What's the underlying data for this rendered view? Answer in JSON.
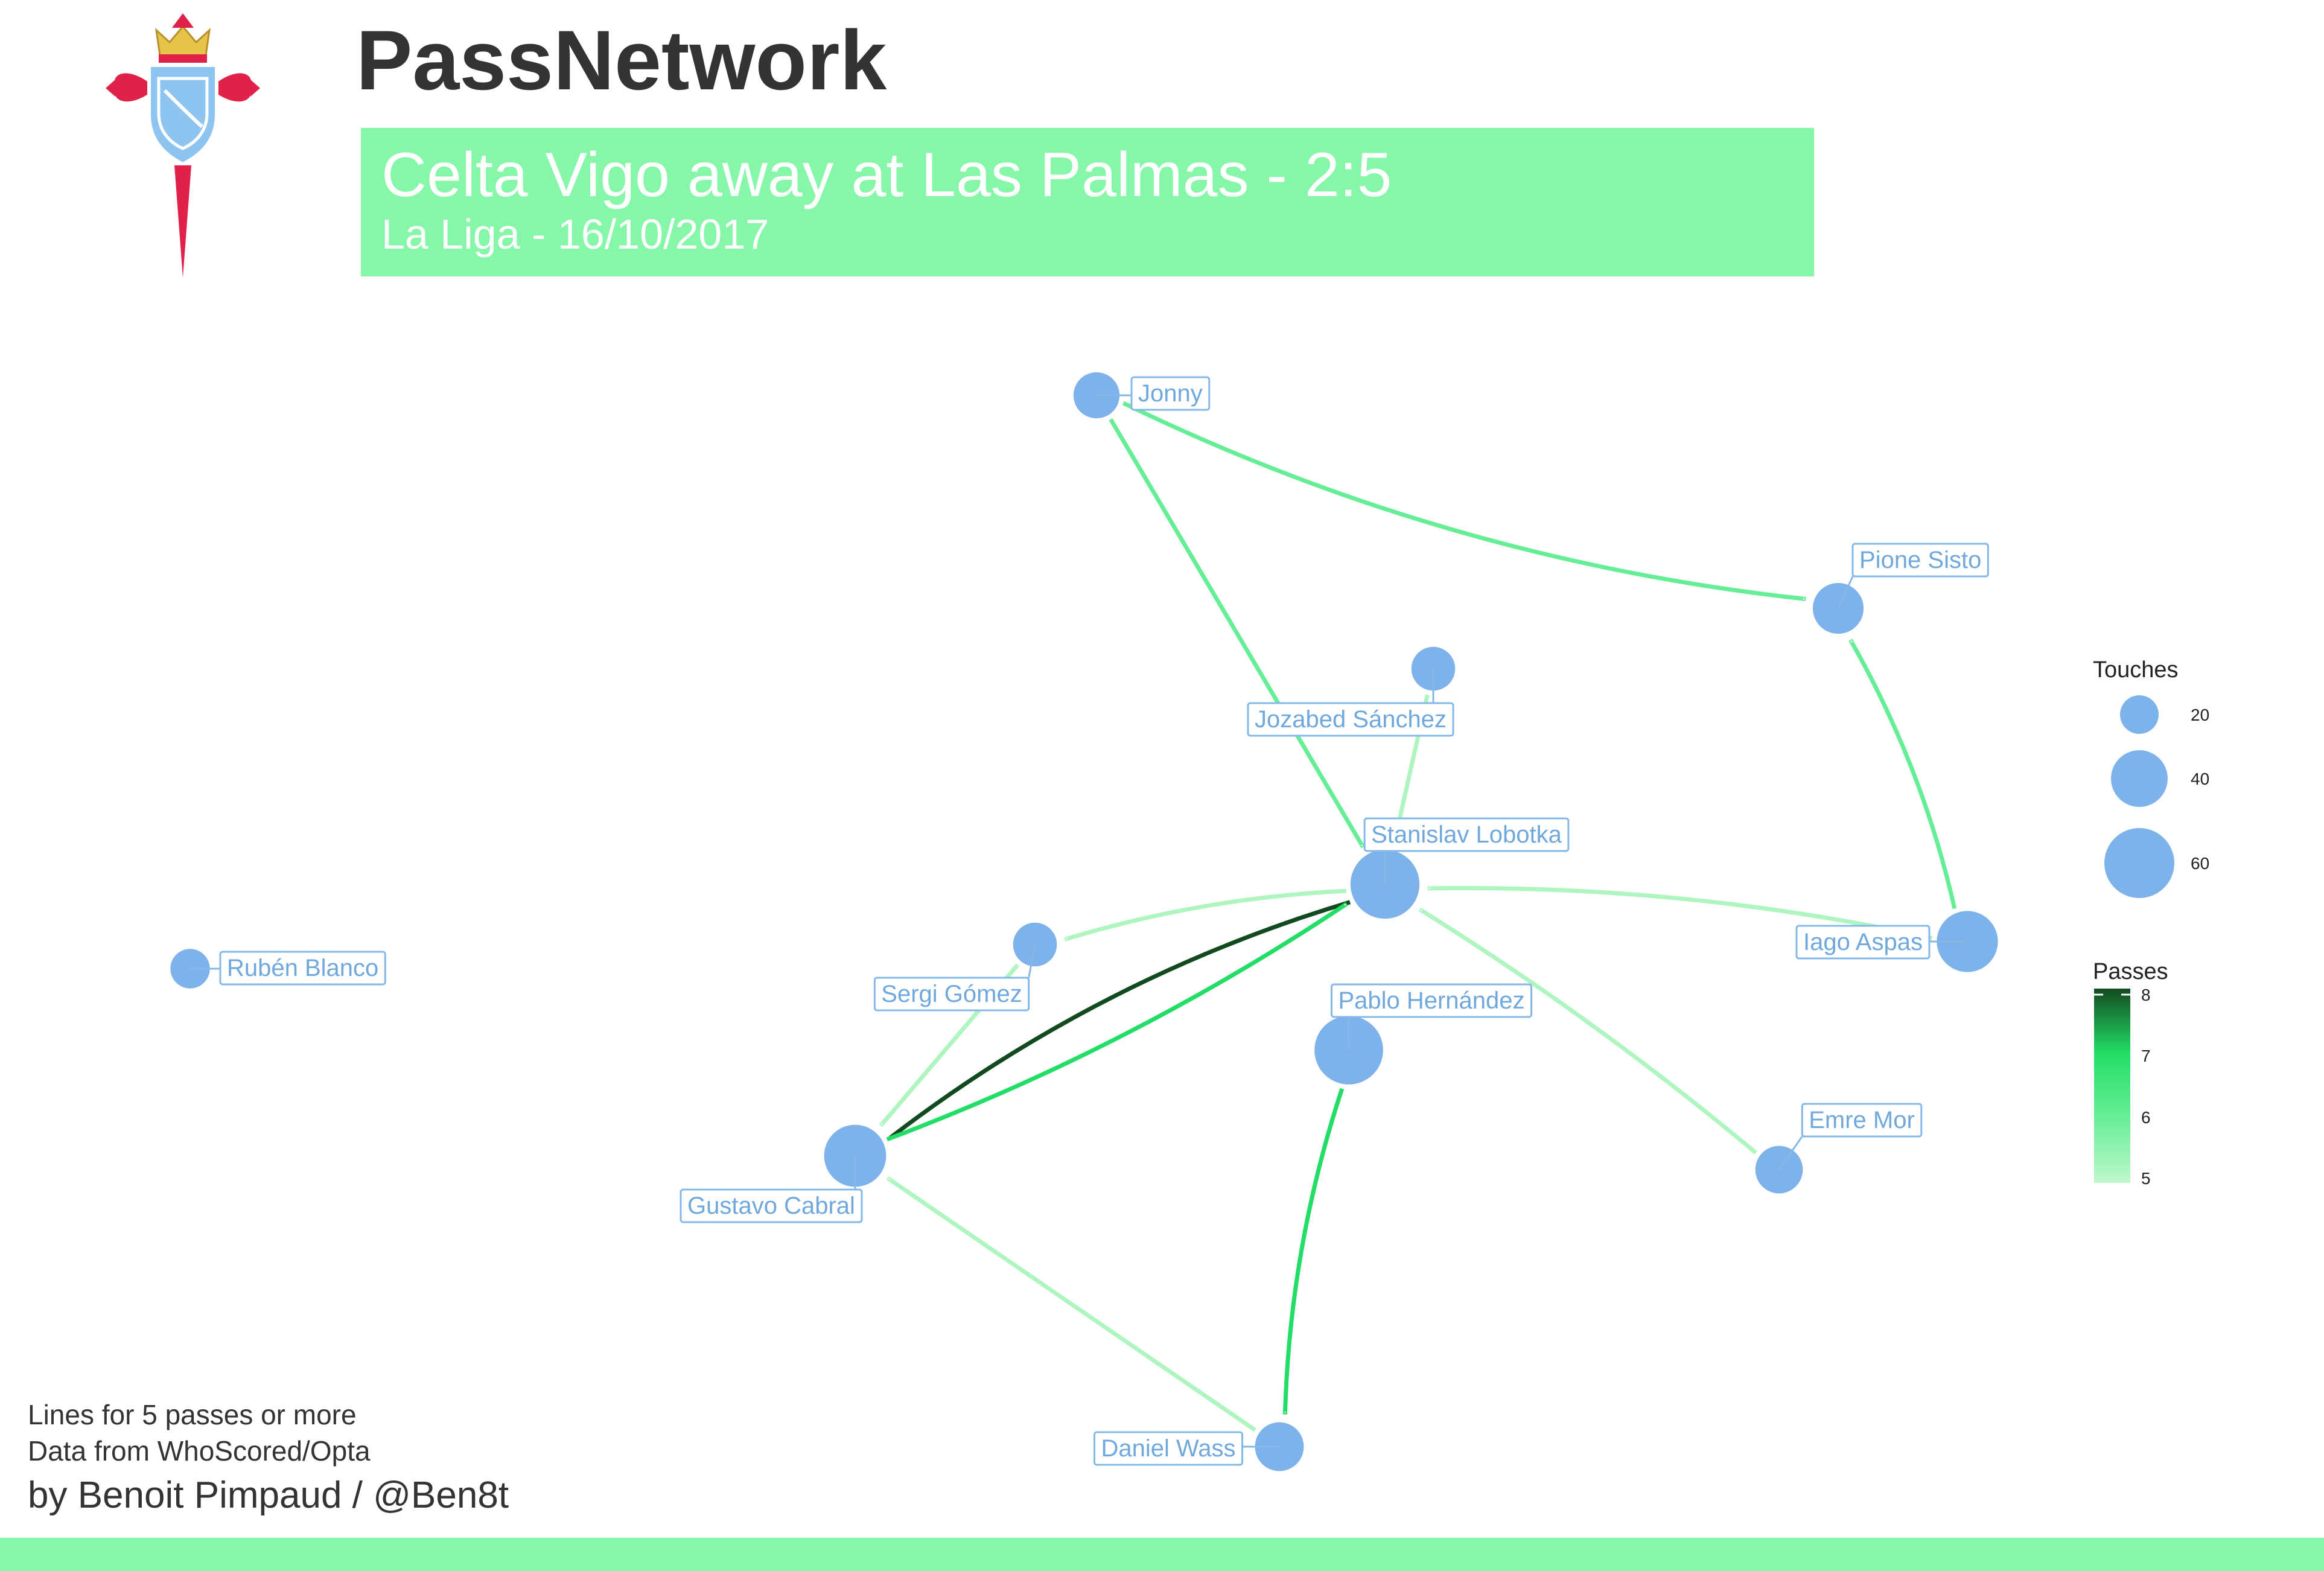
{
  "header": {
    "title": "PassNetwork",
    "subtitle": "Celta Vigo away at Las Palmas - 2:5",
    "competition_date": "La Liga - 16/10/2017"
  },
  "colors": {
    "header_bar": "#86f7a8",
    "node_fill": "#7db3ea",
    "label_text": "#6fa8dc",
    "label_border": "#85b8e8",
    "edge_5": "#aef5bf",
    "edge_6": "#66ee96",
    "edge_7": "#22dd66",
    "edge_8": "#124a1f",
    "logo_red": "#e0224a",
    "logo_blue": "#8ec5f0",
    "logo_gold": "#e7c34a"
  },
  "icons": {
    "crest": "celta-vigo-crest-icon"
  },
  "chart_data": {
    "type": "network",
    "players": [
      {
        "name": "Jonny",
        "touches": 20
      },
      {
        "name": "Pione Sisto",
        "touches": 27
      },
      {
        "name": "Jozabed Sánchez",
        "touches": 17
      },
      {
        "name": "Stanislav Lobotka",
        "touches": 64
      },
      {
        "name": "Sergi Gómez",
        "touches": 17
      },
      {
        "name": "Rubén Blanco",
        "touches": 12
      },
      {
        "name": "Iago Aspas",
        "touches": 46
      },
      {
        "name": "Pablo Hernández",
        "touches": 63
      },
      {
        "name": "Gustavo Cabral",
        "touches": 48
      },
      {
        "name": "Emre Mor",
        "touches": 22
      },
      {
        "name": "Daniel Wass",
        "touches": 24
      }
    ],
    "passes": [
      {
        "from": "Jonny",
        "to": "Pione Sisto",
        "count": 6
      },
      {
        "from": "Jonny",
        "to": "Stanislav Lobotka",
        "count": 6
      },
      {
        "from": "Iago Aspas",
        "to": "Pione Sisto",
        "count": 6
      },
      {
        "from": "Jozabed Sánchez",
        "to": "Stanislav Lobotka",
        "count": 5
      },
      {
        "from": "Stanislav Lobotka",
        "to": "Sergi Gómez",
        "count": 5
      },
      {
        "from": "Iago Aspas",
        "to": "Stanislav Lobotka",
        "count": 5
      },
      {
        "from": "Stanislav Lobotka",
        "to": "Gustavo Cabral",
        "count": 8
      },
      {
        "from": "Gustavo Cabral",
        "to": "Stanislav Lobotka",
        "count": 7
      },
      {
        "from": "Sergi Gómez",
        "to": "Gustavo Cabral",
        "count": 5
      },
      {
        "from": "Emre Mor",
        "to": "Stanislav Lobotka",
        "count": 5
      },
      {
        "from": "Pablo Hernández",
        "to": "Daniel Wass",
        "count": 7
      },
      {
        "from": "Daniel Wass",
        "to": "Gustavo Cabral",
        "count": 5
      }
    ],
    "legend": {
      "touches_title": "Touches",
      "touches_ticks": [
        "20",
        "40",
        "60"
      ],
      "passes_title": "Passes",
      "passes_ticks": [
        "8",
        "7",
        "6",
        "5"
      ]
    }
  },
  "footer": {
    "note": "Lines for 5 passes or more",
    "source": "Data from WhoScored/Opta",
    "credit": "by Benoit Pimpaud / @Ben8t"
  }
}
